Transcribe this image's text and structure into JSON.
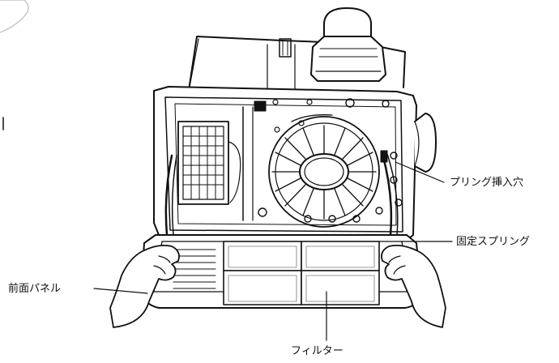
{
  "labels": {
    "spring_hole": "プリング挿入穴",
    "fixing_spring": "固定スプリング",
    "front_panel": "前面パネル",
    "filter": "フィルター"
  },
  "colors": {
    "line": "#111111",
    "background": "#ffffff"
  }
}
